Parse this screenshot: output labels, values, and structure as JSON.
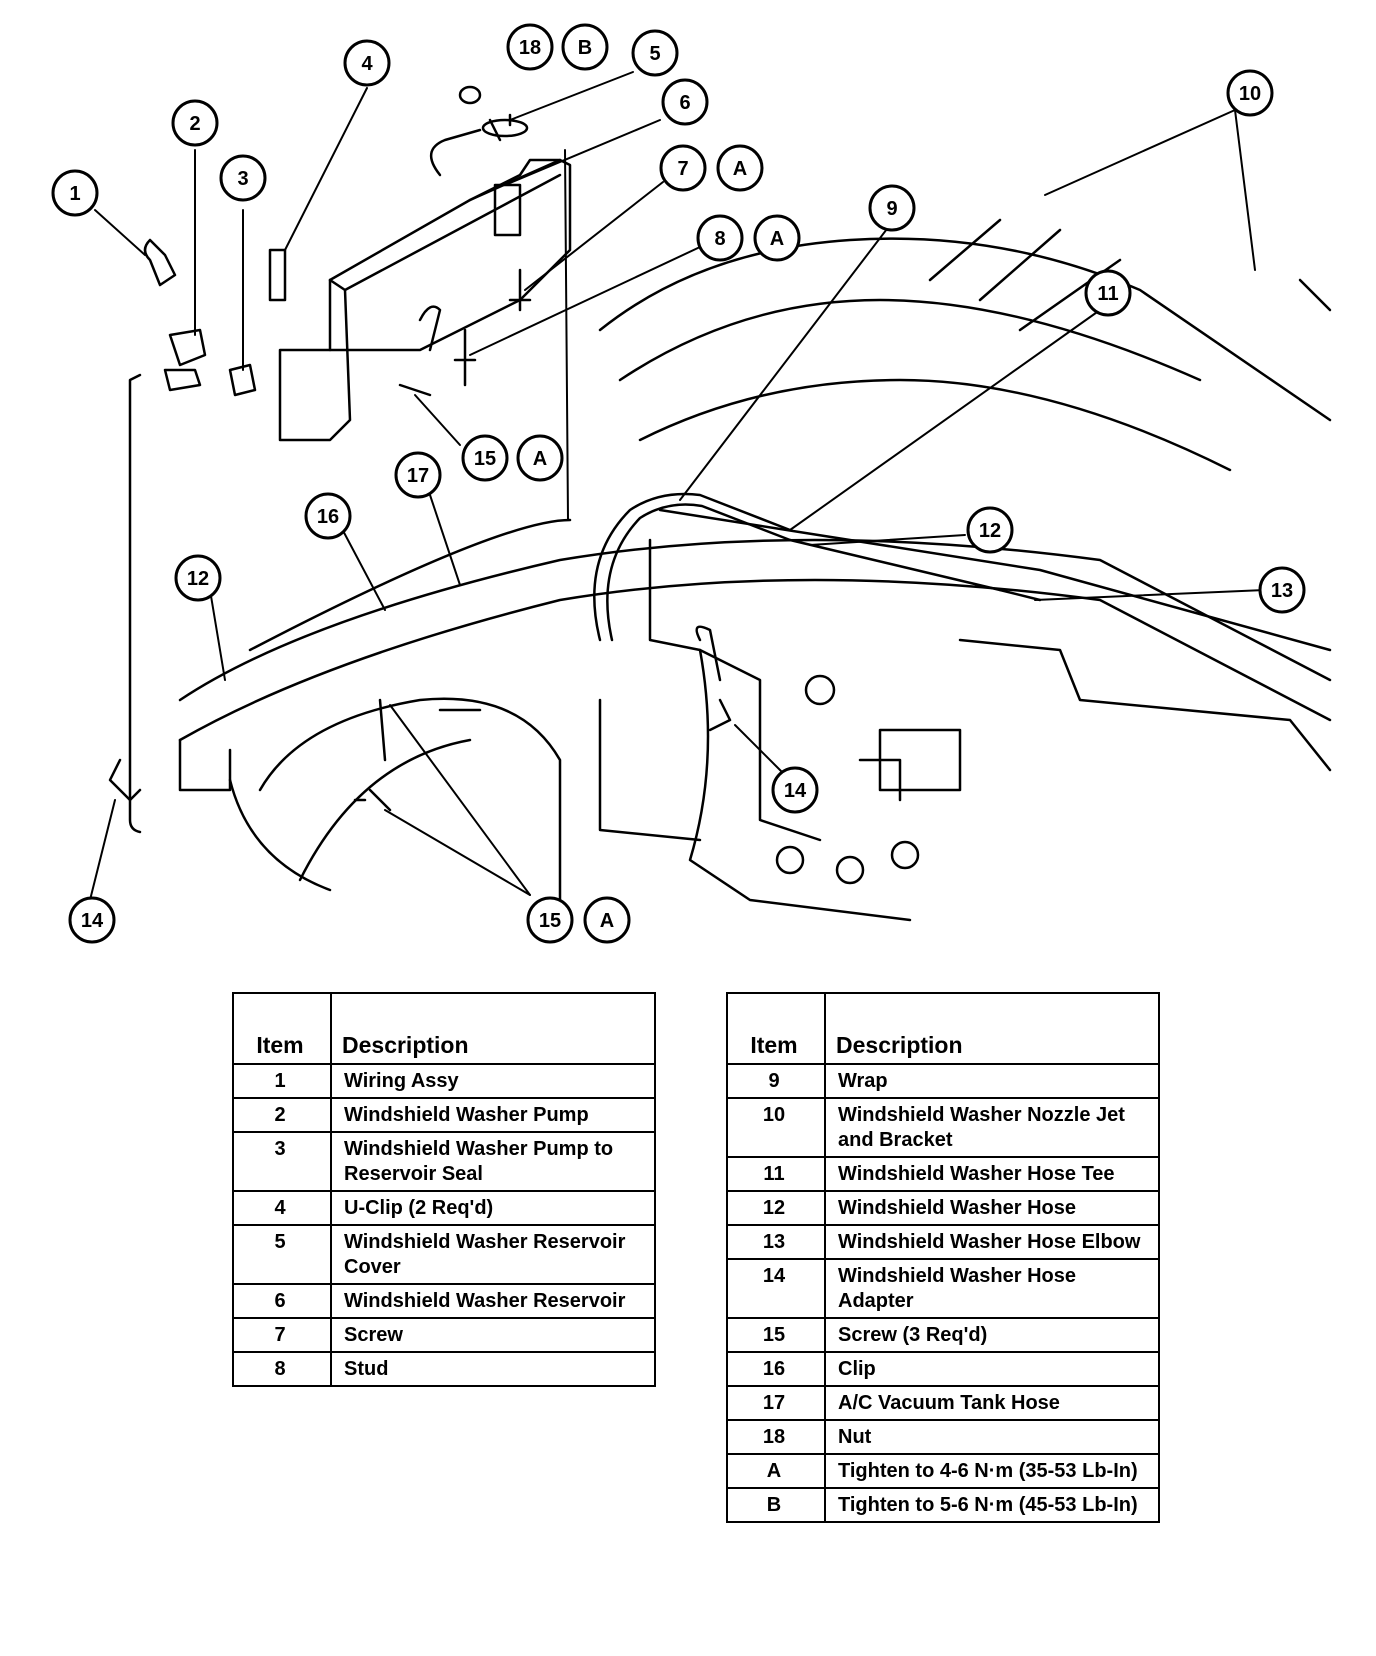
{
  "callouts": [
    {
      "id": "c1",
      "label": "1"
    },
    {
      "id": "c2",
      "label": "2"
    },
    {
      "id": "c3",
      "label": "3"
    },
    {
      "id": "c4",
      "label": "4"
    },
    {
      "id": "c18",
      "label": "18"
    },
    {
      "id": "cB",
      "label": "B"
    },
    {
      "id": "c5",
      "label": "5"
    },
    {
      "id": "c6",
      "label": "6"
    },
    {
      "id": "c7",
      "label": "7"
    },
    {
      "id": "c7A",
      "label": "A"
    },
    {
      "id": "c8",
      "label": "8"
    },
    {
      "id": "c8A",
      "label": "A"
    },
    {
      "id": "c9",
      "label": "9"
    },
    {
      "id": "c10",
      "label": "10"
    },
    {
      "id": "c11",
      "label": "11"
    },
    {
      "id": "c12a",
      "label": "12"
    },
    {
      "id": "c12b",
      "label": "12"
    },
    {
      "id": "c13",
      "label": "13"
    },
    {
      "id": "c14a",
      "label": "14"
    },
    {
      "id": "c14b",
      "label": "14"
    },
    {
      "id": "c15a",
      "label": "15"
    },
    {
      "id": "c15aA",
      "label": "A"
    },
    {
      "id": "c15b",
      "label": "15"
    },
    {
      "id": "c15bA",
      "label": "A"
    },
    {
      "id": "c16",
      "label": "16"
    },
    {
      "id": "c17",
      "label": "17"
    }
  ],
  "table_left": {
    "header_item": "Item",
    "header_desc": "Description",
    "rows": [
      {
        "item": "1",
        "desc": "Wiring Assy"
      },
      {
        "item": "2",
        "desc": "Windshield Washer Pump"
      },
      {
        "item": "3",
        "desc": "Windshield Washer Pump to Reservoir Seal"
      },
      {
        "item": "4",
        "desc": "U-Clip (2 Req'd)"
      },
      {
        "item": "5",
        "desc": "Windshield Washer Reservoir Cover"
      },
      {
        "item": "6",
        "desc": "Windshield Washer Reservoir"
      },
      {
        "item": "7",
        "desc": "Screw"
      },
      {
        "item": "8",
        "desc": "Stud"
      }
    ]
  },
  "table_right": {
    "header_item": "Item",
    "header_desc": "Description",
    "rows": [
      {
        "item": "9",
        "desc": "Wrap"
      },
      {
        "item": "10",
        "desc": "Windshield Washer Nozzle Jet and Bracket"
      },
      {
        "item": "11",
        "desc": "Windshield Washer Hose Tee"
      },
      {
        "item": "12",
        "desc": "Windshield Washer Hose"
      },
      {
        "item": "13",
        "desc": "Windshield Washer Hose Elbow"
      },
      {
        "item": "14",
        "desc": "Windshield Washer Hose Adapter"
      },
      {
        "item": "15",
        "desc": "Screw (3 Req'd)"
      },
      {
        "item": "16",
        "desc": "Clip"
      },
      {
        "item": "17",
        "desc": "A/C Vacuum Tank Hose"
      },
      {
        "item": "18",
        "desc": "Nut"
      },
      {
        "item": "A",
        "desc": "Tighten to 4-6 N·m (35-53 Lb-In)"
      },
      {
        "item": "B",
        "desc": "Tighten to 5-6 N·m (45-53 Lb-In)"
      }
    ]
  }
}
